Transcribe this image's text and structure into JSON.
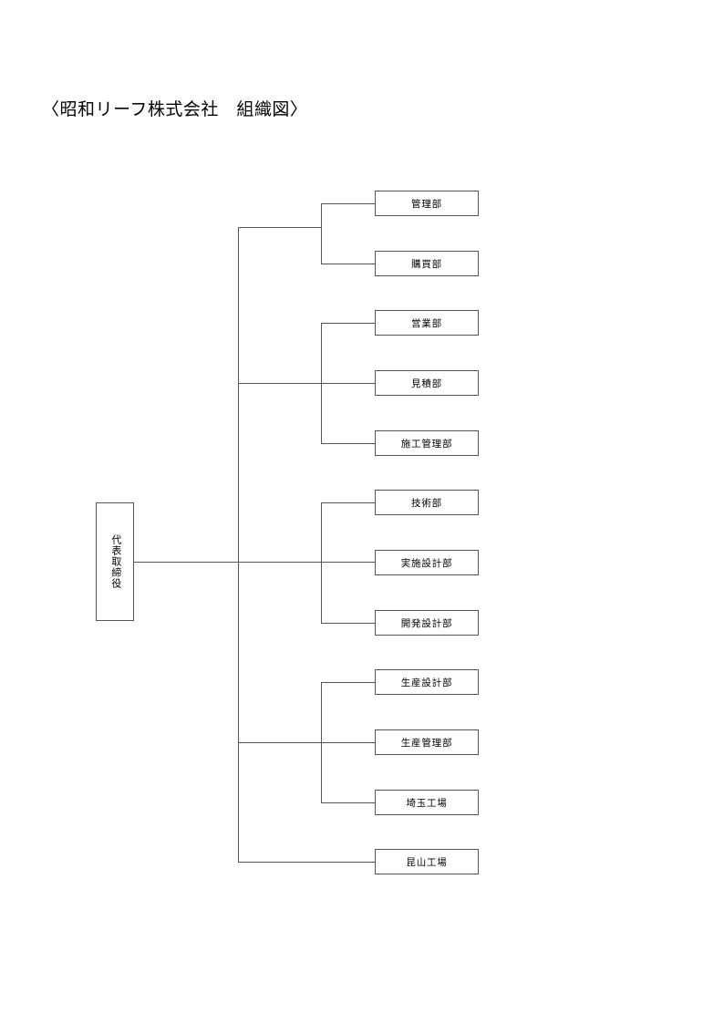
{
  "page": {
    "title": "〈昭和リーフ株式会社　組織図〉",
    "background_color": "#ffffff",
    "line_color": "#555555"
  },
  "org_chart": {
    "root": {
      "label": "代表取締役",
      "orientation": "vertical"
    },
    "groups": [
      {
        "group_index": 1,
        "departments": [
          {
            "label": "管理部"
          },
          {
            "label": "購買部"
          }
        ]
      },
      {
        "group_index": 2,
        "departments": [
          {
            "label": "営業部"
          },
          {
            "label": "見積部"
          },
          {
            "label": "施工管理部"
          }
        ]
      },
      {
        "group_index": 3,
        "departments": [
          {
            "label": "技術部"
          },
          {
            "label": "実施設計部"
          },
          {
            "label": "開発設計部"
          }
        ]
      },
      {
        "group_index": 4,
        "departments": [
          {
            "label": "生産設計部"
          },
          {
            "label": "生産管理部"
          },
          {
            "label": "埼玉工場"
          }
        ]
      },
      {
        "group_index": 5,
        "departments": [
          {
            "label": "昆山工場"
          }
        ]
      }
    ],
    "all_departments": [
      "管理部",
      "購買部",
      "営業部",
      "見積部",
      "施工管理部",
      "技術部",
      "実施設計部",
      "開発設計部",
      "生産設計部",
      "生産管理部",
      "埼玉工場",
      "昆山工場"
    ]
  }
}
